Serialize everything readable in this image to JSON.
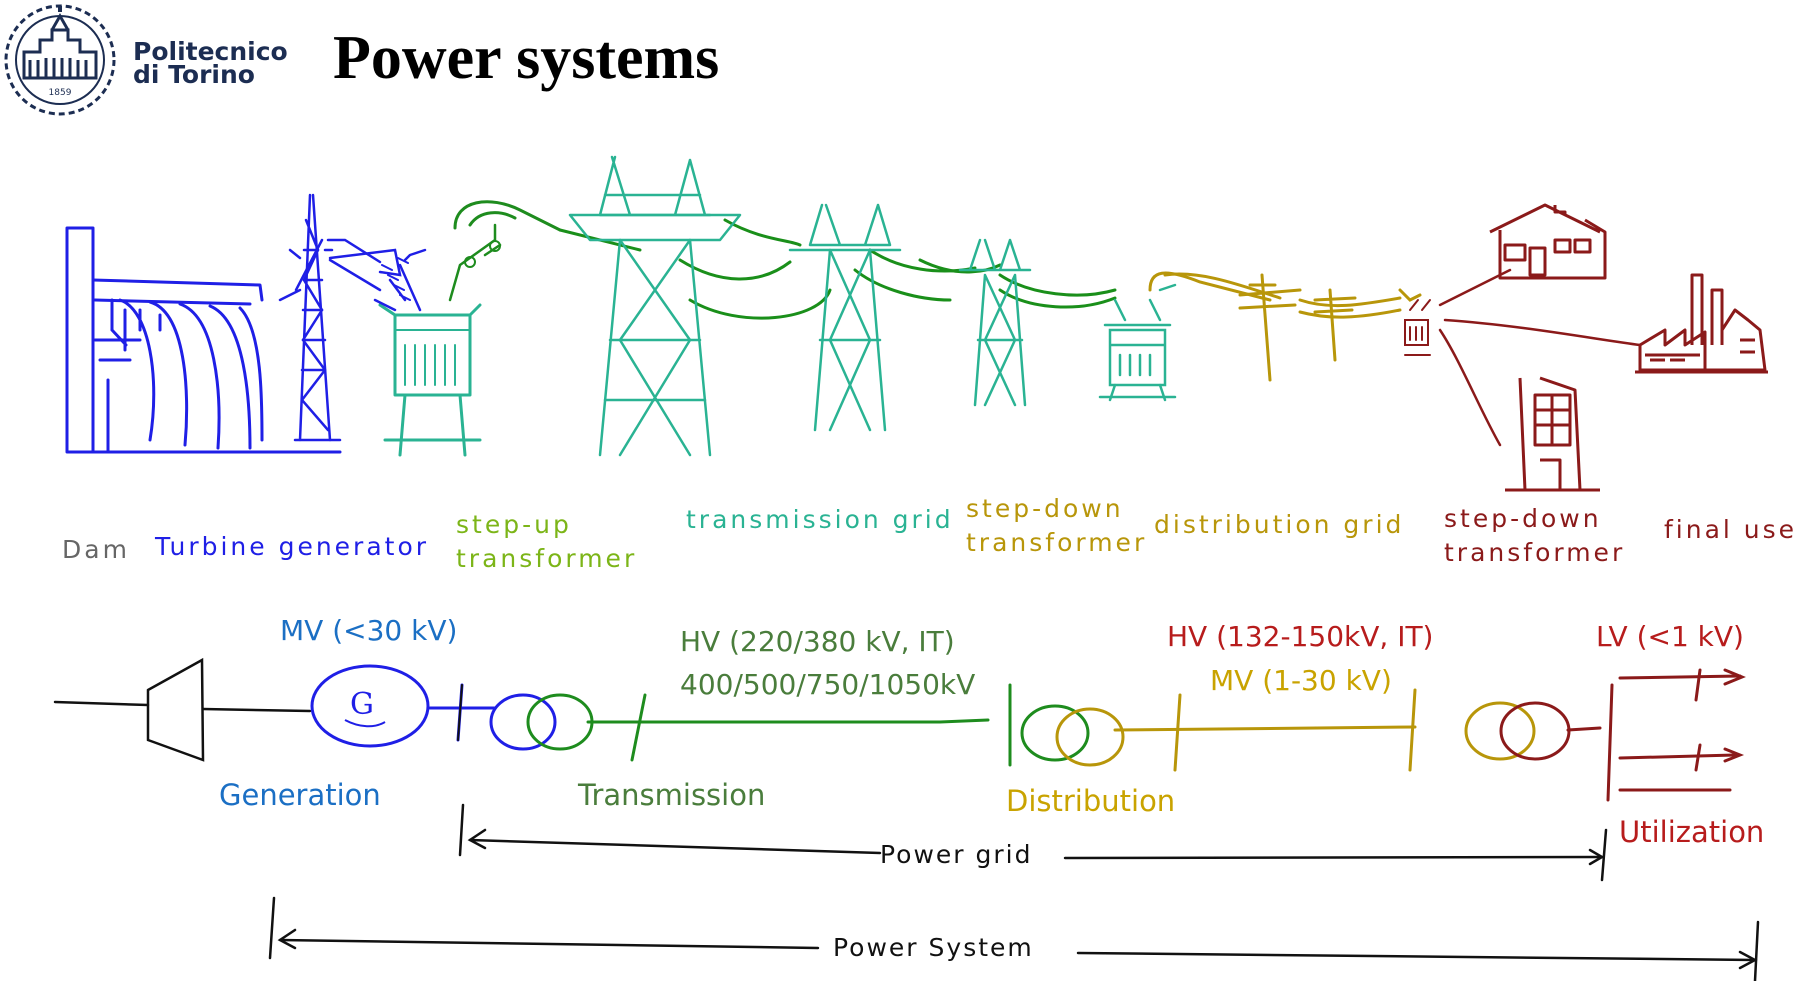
{
  "header": {
    "title": "Power systems",
    "logo": {
      "name": "Politecnico di Torino seal",
      "line1": "Politecnico",
      "line2": "di Torino",
      "year": "1859"
    }
  },
  "colors": {
    "generation": "#1f1fe6",
    "step_up": "#1e8c1e",
    "transmission": "#2ab393",
    "transmission_lines": "#1a8f1a",
    "distribution": "#b8960a",
    "utilization": "#8b1a1a",
    "label_gray": "#666666",
    "gen_blue": "#1b6fc4",
    "trans_green": "#4a7d3c",
    "dist_gold": "#c9a300",
    "hv_red": "#b71c1c"
  },
  "icons": [
    "dam-icon",
    "turbine-generator-icon",
    "step-up-transformer-icon",
    "transmission-tower-icon",
    "step-down-transformer-icon",
    "utility-pole-icon",
    "house-icon",
    "factory-icon",
    "office-building-icon",
    "generator-symbol-icon",
    "transformer-symbol-icon",
    "busbar-icon",
    "double-arrow-icon"
  ],
  "illustration_labels": {
    "dam": "Dam",
    "turbine": "Turbine generator",
    "step_up_1": "step-up",
    "step_up_2": "transformer",
    "transmission_grid": "transmission grid",
    "step_down_1": "step-down",
    "step_down_2": "transformer",
    "distribution_grid": "distribution grid",
    "step_down2_1": "step-down",
    "step_down2_2": "transformer",
    "final_use": "final use"
  },
  "schematic": {
    "mv_gen": "MV (<30 kV)",
    "generator_symbol": "G",
    "hv_trans_1": "HV (220/380 kV, IT)",
    "hv_trans_2": "400/500/750/1050kV",
    "hv_dist": "HV (132-150kV, IT)",
    "mv_dist": "MV (1-30 kV)",
    "lv": "LV (<1 kV)",
    "generation": "Generation",
    "transmission": "Transmission",
    "distribution": "Distribution",
    "utilization": "Utilization",
    "power_grid": "Power grid",
    "power_system": "Power System"
  }
}
